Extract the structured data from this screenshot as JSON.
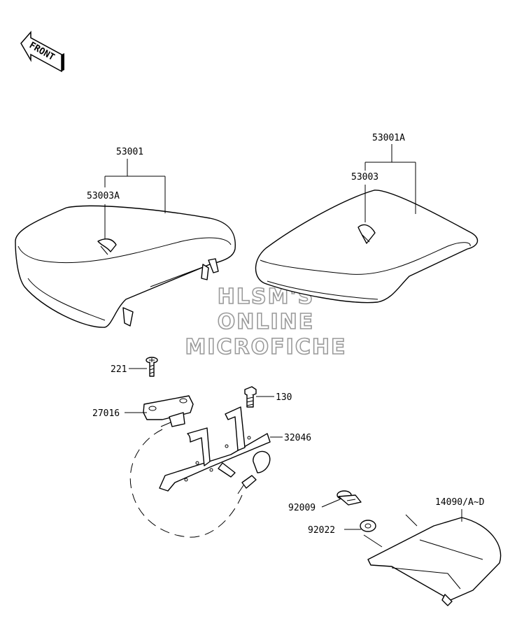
{
  "front_badge": "FRONT",
  "watermark": {
    "line1": "HLSM'S",
    "line2": "ONLINE",
    "line3": "MICROFICHE"
  },
  "labels": {
    "p53001": "53001",
    "p53003A": "53003A",
    "p53001A": "53001A",
    "p53003": "53003",
    "p221": "221",
    "p27016": "27016",
    "p130": "130",
    "p32046": "32046",
    "p92009": "92009",
    "p92022": "92022",
    "p14090": "14090/A~D"
  }
}
